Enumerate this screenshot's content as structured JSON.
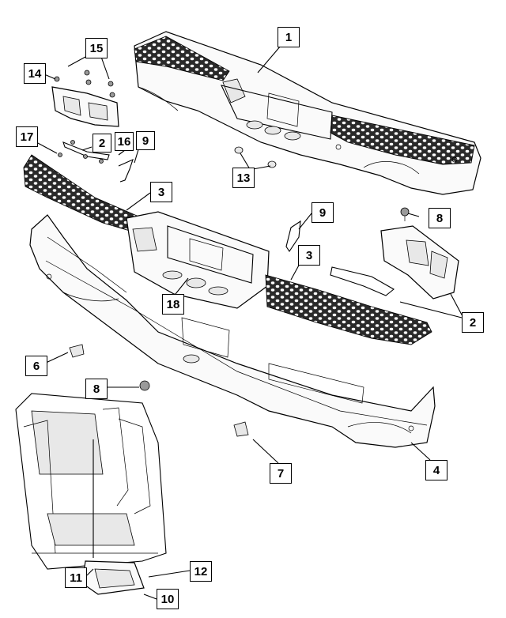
{
  "callouts": [
    {
      "id": "1",
      "label": "1"
    },
    {
      "id": "2a",
      "label": "2"
    },
    {
      "id": "2b",
      "label": "2"
    },
    {
      "id": "3a",
      "label": "3"
    },
    {
      "id": "3b",
      "label": "3"
    },
    {
      "id": "4",
      "label": "4"
    },
    {
      "id": "6",
      "label": "6"
    },
    {
      "id": "7",
      "label": "7"
    },
    {
      "id": "8a",
      "label": "8"
    },
    {
      "id": "8b",
      "label": "8"
    },
    {
      "id": "9a",
      "label": "9"
    },
    {
      "id": "9b",
      "label": "9"
    },
    {
      "id": "10",
      "label": "10"
    },
    {
      "id": "11",
      "label": "11"
    },
    {
      "id": "12",
      "label": "12"
    },
    {
      "id": "13",
      "label": "13"
    },
    {
      "id": "14",
      "label": "14"
    },
    {
      "id": "15",
      "label": "15"
    },
    {
      "id": "16",
      "label": "16"
    },
    {
      "id": "17",
      "label": "17"
    },
    {
      "id": "18",
      "label": "18"
    }
  ]
}
